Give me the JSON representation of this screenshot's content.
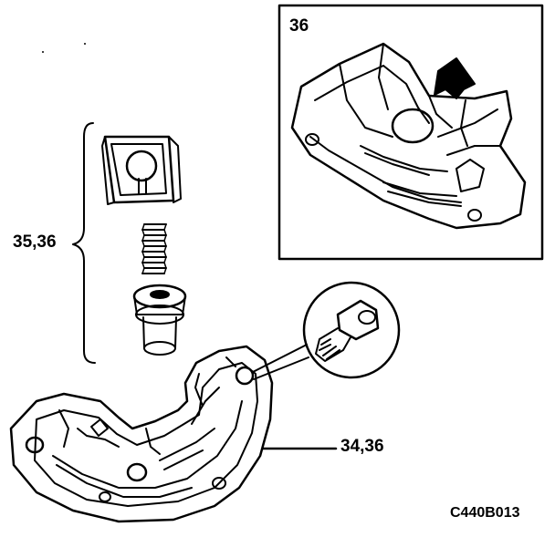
{
  "labels": {
    "inset_number": "36",
    "bracket_callout": "35,36",
    "leader_callout": "34,36",
    "figure_code": "C440B013"
  }
}
